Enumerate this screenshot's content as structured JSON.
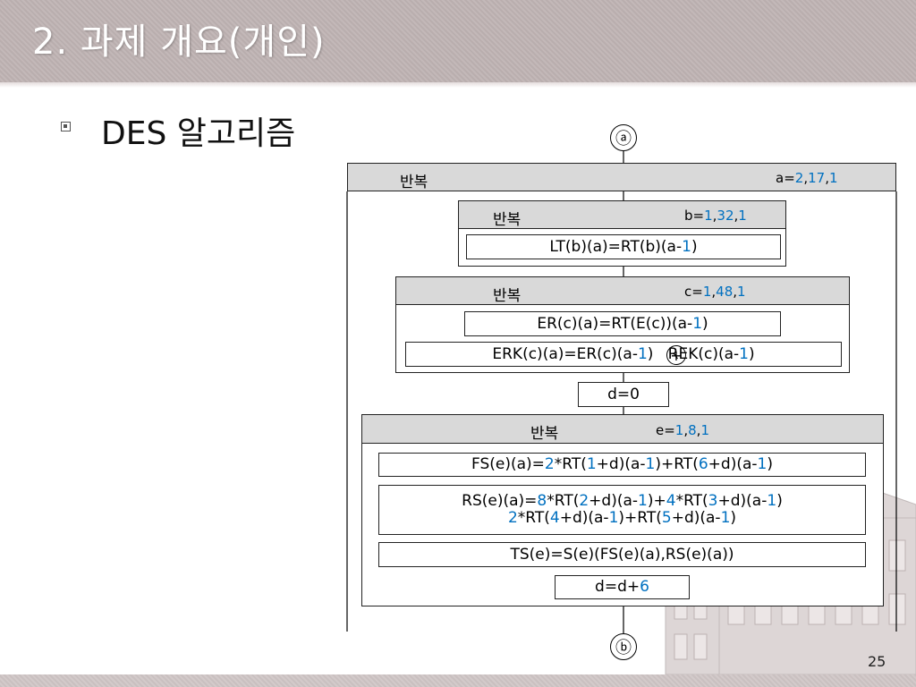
{
  "slide": {
    "title": "2. 과제 개요(개인)",
    "subtitle": "DES 알고리즘",
    "page_number": "25"
  },
  "diagram": {
    "start_connector": "ⓐ",
    "end_connector": "ⓑ",
    "loop_a": {
      "label": "반복",
      "counter": "a=",
      "start": "2",
      "end": "17",
      "step": "1"
    },
    "loop_b": {
      "label": "반복",
      "counter": "b=",
      "start": "1",
      "end": "32",
      "step": "1",
      "statement": [
        "LT(b)(a)=RT(b)(a-",
        "1",
        ")"
      ]
    },
    "loop_c": {
      "label": "반복",
      "counter": "c=",
      "start": "1",
      "end": "48",
      "step": "1",
      "statement1": [
        "ER(c)(a)=RT(E(c))(a-",
        "1",
        ")"
      ],
      "statement2": [
        "ERK(c)(a)=ER(c)(a-",
        "1",
        ")   ",
        "REK(c)(a-",
        "1",
        ")"
      ],
      "xor_symbol": "+"
    },
    "init_d": "d=0",
    "loop_e": {
      "label": "반복",
      "counter": "e=",
      "start": "1",
      "end": "8",
      "step": "1",
      "fs": [
        "FS(e)(a)=",
        "2",
        "*RT(",
        "1",
        "+d)(a-",
        "1",
        ")+RT(",
        "6",
        "+d)(a-",
        "1",
        ")"
      ],
      "rs_line1": [
        "RS(e)(a)=",
        "8",
        "*RT(",
        "2",
        "+d)(a-",
        "1",
        ")+",
        "4",
        "*RT(",
        "3",
        "+d)(a-",
        "1",
        ")"
      ],
      "rs_line2": [
        "2",
        "*RT(",
        "4",
        "+d)(a-",
        "1",
        ")+RT(",
        "5",
        "+d)(a-",
        "1",
        ")"
      ],
      "ts": "TS(e)=S(e)(FS(e)(a),RS(e)(a))",
      "update": [
        "d=d+",
        "6"
      ]
    },
    "colors": {
      "highlight": "#0070c0",
      "header_fill": "#d9d9d9"
    }
  }
}
